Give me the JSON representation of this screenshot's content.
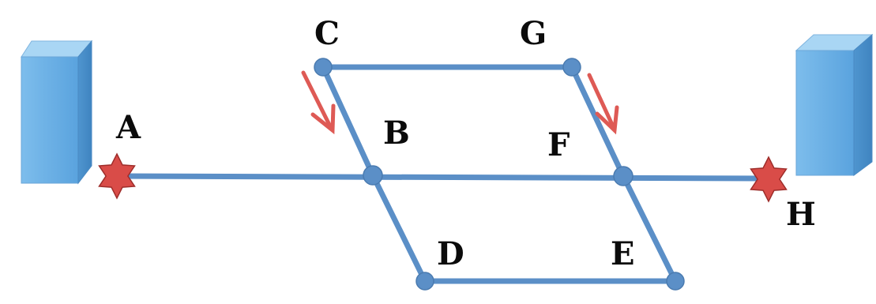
{
  "diagram": {
    "labels": {
      "a": "A",
      "b": "B",
      "c": "C",
      "d": "D",
      "e": "E",
      "f": "F",
      "g": "G",
      "h": "H"
    },
    "colors": {
      "edge": "#5b8fc7",
      "node": "#5b8fc7",
      "arrow": "#de5a55",
      "star": "#d94c48",
      "box_front": "#6fb3e8",
      "box_side": "#4f95cf",
      "box_top": "#9fd0f2"
    },
    "icons": [
      "left-server-box-icon",
      "right-server-box-icon",
      "star-a-icon",
      "star-h-icon",
      "arrow-c-b-icon",
      "arrow-g-f-icon"
    ]
  }
}
